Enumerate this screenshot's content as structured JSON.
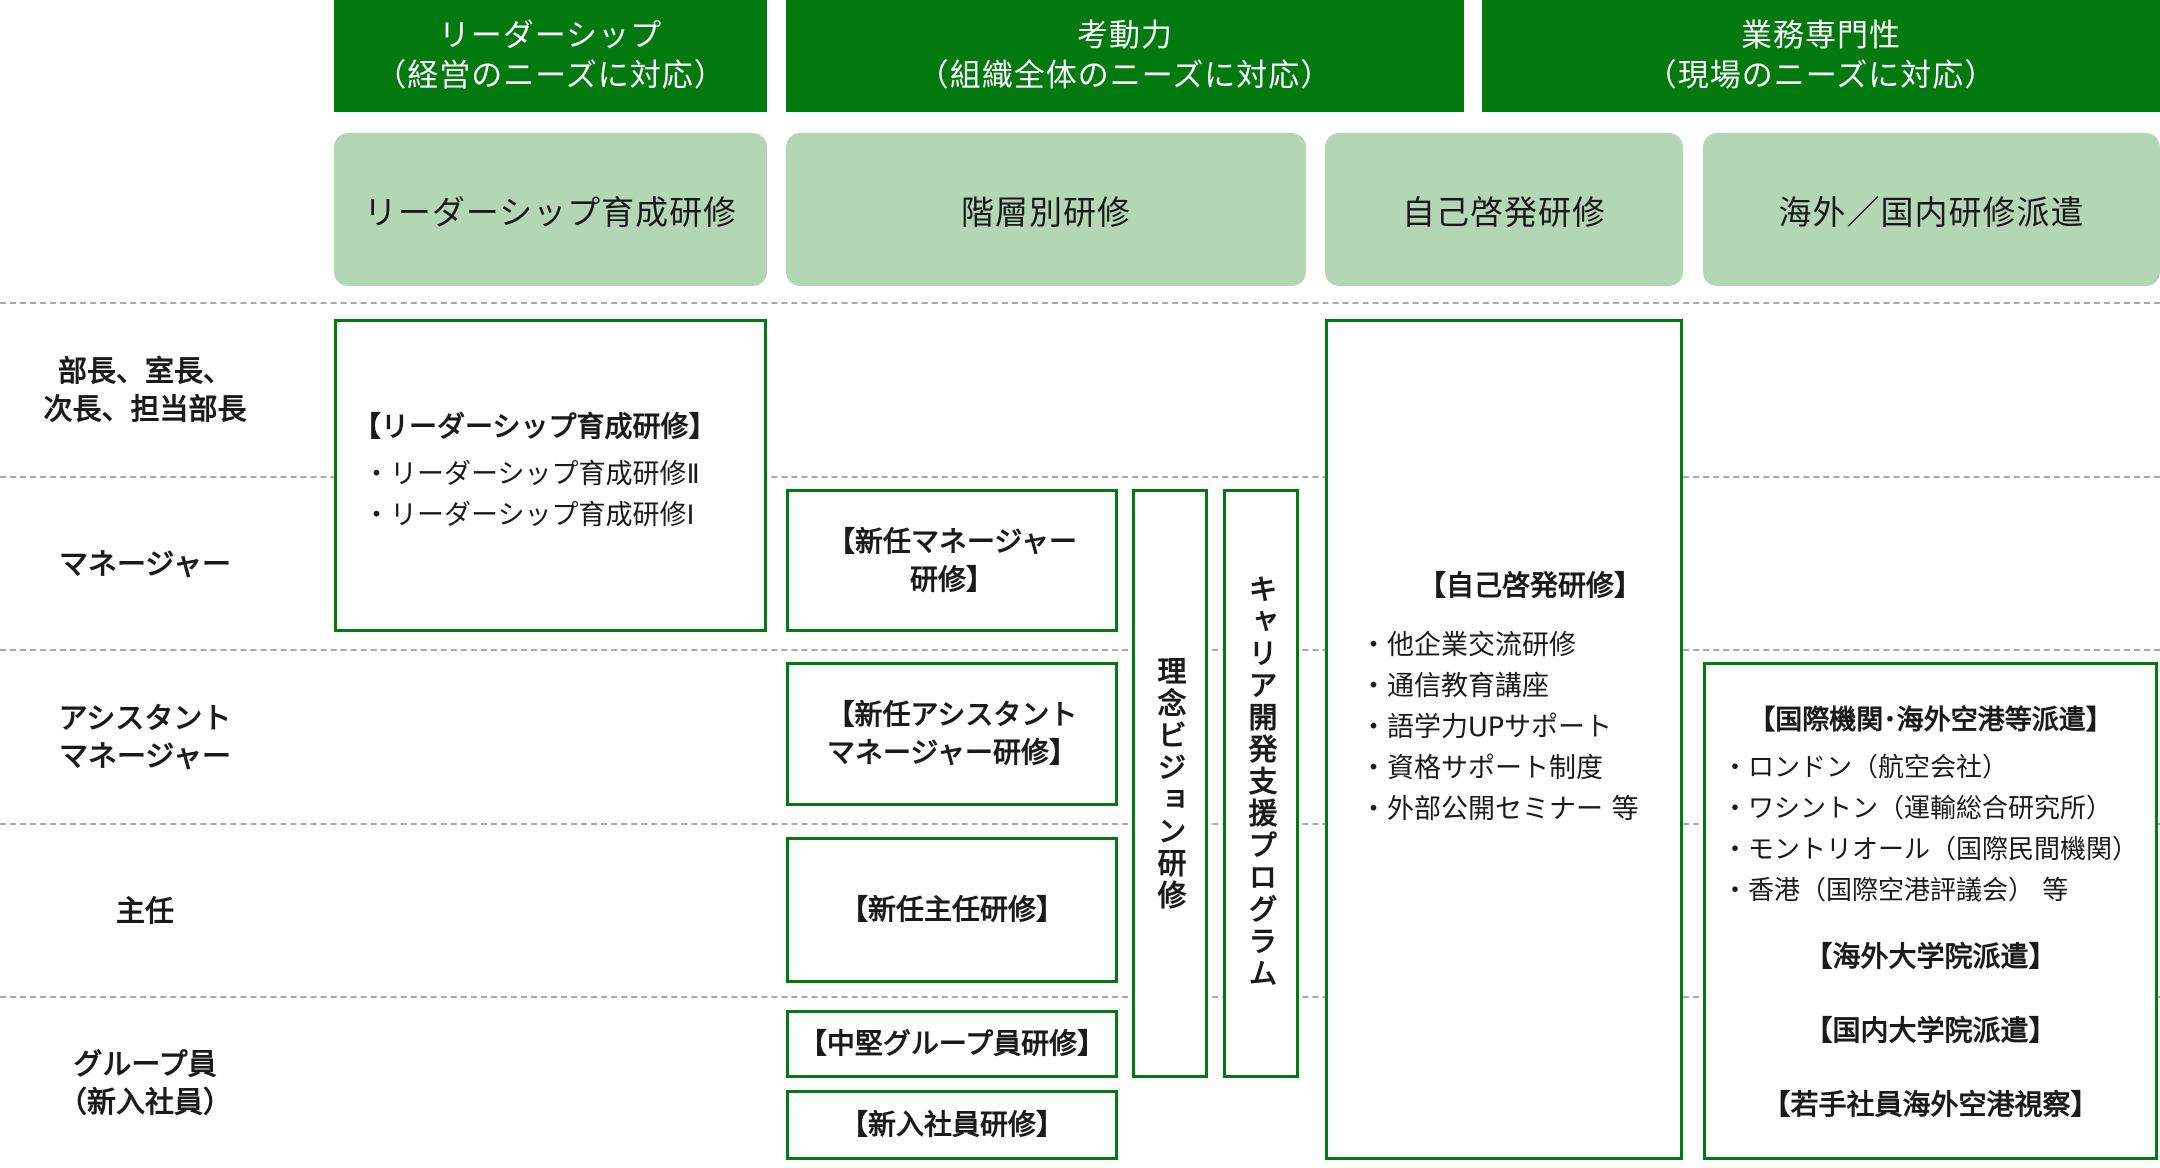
{
  "categories": [
    {
      "title": "リーダーシップ",
      "subtitle": "（経営のニーズに対応）"
    },
    {
      "title": "考動力",
      "subtitle": "（組織全体のニーズに対応）"
    },
    {
      "title": "業務専門性",
      "subtitle": "（現場のニーズに対応）"
    }
  ],
  "program_types": [
    "リーダーシップ育成研修",
    "階層別研修",
    "自己啓発研修",
    "海外／国内研修派遣"
  ],
  "levels": [
    {
      "line1": "部長、室長、",
      "line2": "次長、担当部長"
    },
    {
      "line1": "マネージャー",
      "line2": ""
    },
    {
      "line1": "アシスタント",
      "line2": "マネージャー"
    },
    {
      "line1": "主任",
      "line2": ""
    },
    {
      "line1": "グループ員",
      "line2": "（新入社員）"
    }
  ],
  "leadership_box": {
    "title": "【リーダーシップ育成研修】",
    "items": [
      "・リーダーシップ育成研修Ⅱ",
      "・リーダーシップ育成研修Ⅰ"
    ]
  },
  "hierarchy": {
    "new_manager": {
      "line1": "【新任マネージャー",
      "line2": "研修】"
    },
    "new_assistant_manager": {
      "line1": "【新任アシスタント",
      "line2": "マネージャー研修】"
    },
    "new_chief": "【新任主任研修】",
    "mid_group": "【中堅グループ員研修】",
    "new_employee": "【新入社員研修】",
    "philosophy_vision": "理念ビジョン研修",
    "career_support": "キャリア開発支援プログラム"
  },
  "self_dev_box": {
    "title": "【自己啓発研修】",
    "items": [
      "・他企業交流研修",
      "・通信教育講座",
      "・語学力UPサポート",
      "・資格サポート制度",
      "・外部公開セミナー 等"
    ]
  },
  "dispatch_box": {
    "title1": "【国際機関･海外空港等派遣】",
    "items": [
      "・ロンドン（航空会社）",
      "・ワシントン（運輸総合研究所）",
      "・モントリオール（国際民間機関）",
      "・香港（国際空港評議会） 等"
    ],
    "title2": "【海外大学院派遣】",
    "title3": "【国内大学院派遣】",
    "title4": "【若手社員海外空港視察】"
  },
  "colors": {
    "dark_green": "#037a10",
    "light_green": "#b3d7b5",
    "separator": "#a9a9a9"
  }
}
